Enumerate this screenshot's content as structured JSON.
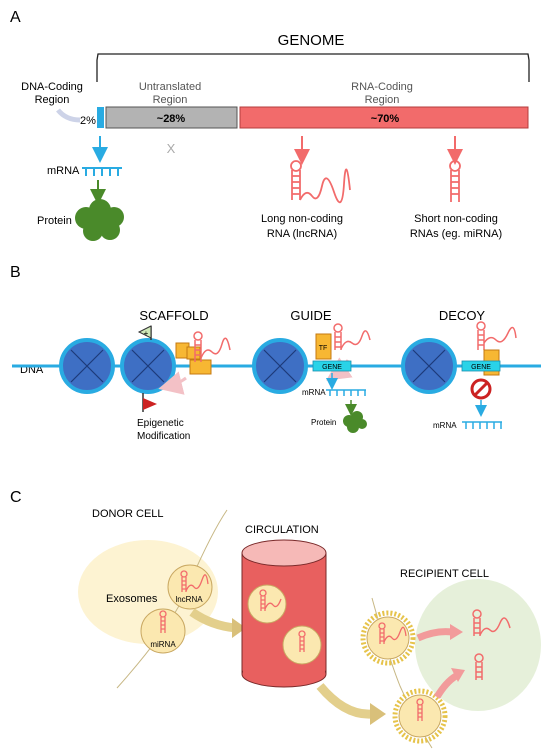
{
  "panels": {
    "a": {
      "letter": "A",
      "genome": "GENOME",
      "dna_coding_line1": "DNA-Coding",
      "dna_coding_line2": "Region",
      "dna_pct": "2%",
      "untranslated_line1": "Untranslated",
      "untranslated_line2": "Region",
      "untranslated_pct": "~28%",
      "rna_coding_line1": "RNA-Coding",
      "rna_coding_line2": "Region",
      "rna_pct": "~70%",
      "x_mark": "X",
      "mrna": "mRNA",
      "protein": "Protein",
      "lnc_line1": "Long non-coding",
      "lnc_line2": "RNA (lncRNA)",
      "short_line1": "Short non-coding",
      "short_line2": "RNAs (eg. miRNA)"
    },
    "b": {
      "letter": "B",
      "scaffold": "SCAFFOLD",
      "guide": "GUIDE",
      "decoy": "DECOY",
      "dna": "DNA",
      "plus": "+",
      "epi_line1": "Epigenetic",
      "epi_line2": "Modification",
      "tf": "TF",
      "gene": "GENE",
      "mrna": "mRNA",
      "protein": "Protein",
      "x_mark": "X"
    },
    "c": {
      "letter": "C",
      "donor": "DONOR CELL",
      "circulation": "CIRCULATION",
      "recipient": "RECIPIENT CELL",
      "exosomes": "Exosomes",
      "lncrna": "lncRNA",
      "mirna": "miRNA"
    }
  },
  "colors": {
    "blue": "#29abe2",
    "salmon": "#f26b6b",
    "grey": "#b3b3b3",
    "green": "#4a8a2a",
    "nucleosome": "#3e6fc4",
    "tf_orange": "#f7b733",
    "exosome": "#fbe8b0",
    "cylinder": "#e8605f"
  }
}
